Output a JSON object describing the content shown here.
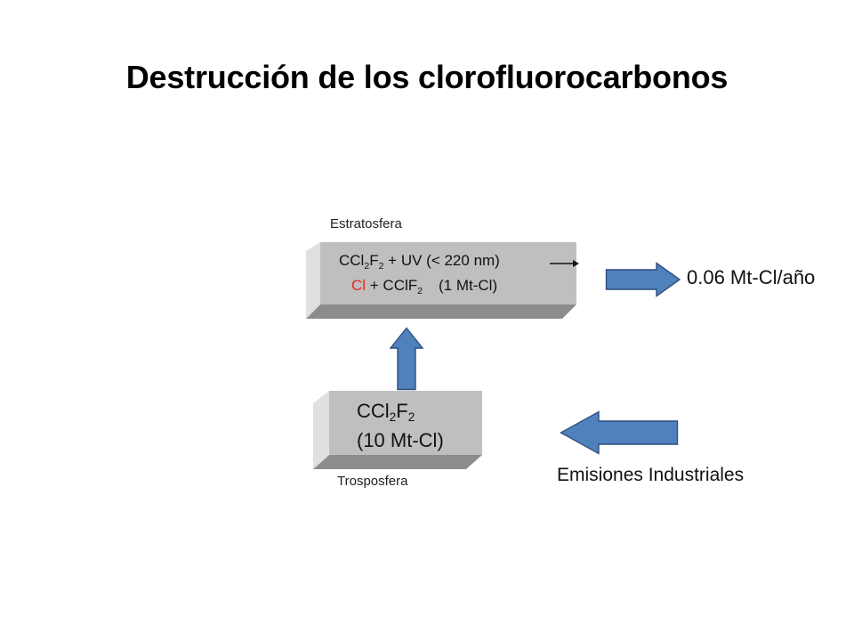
{
  "slide": {
    "title": "Destrucción de los clorofluorocarbonos"
  },
  "stratosphere_box": {
    "zone_label": "Estratosfera",
    "line1": {
      "formula_base": "CCl",
      "sub1": "2",
      "f": "F",
      "sub2": "2",
      "rest": " + UV (< 220 nm)"
    },
    "line2": {
      "cl_red": "Cl",
      "plus": " + CClF",
      "sub": "2",
      "amount": "(1 Mt-Cl)"
    },
    "arrow_icon": "right-arrow-icon"
  },
  "troposphere_box": {
    "zone_label": "Trosposfera",
    "line1": {
      "formula_base": "CCl",
      "sub1": "2",
      "f": "F",
      "sub2": "2"
    },
    "line2": "(10 Mt-Cl)"
  },
  "flows": {
    "loss_rate": "0.06 Mt-Cl/año",
    "emissions_label": "Emisiones Industriales"
  },
  "colors": {
    "arrow_fill": "#4f81bd",
    "arrow_stroke": "#2f4f7f",
    "box_face": "#bfbfbf",
    "box_left": "#e0e0e0",
    "box_bottom": "#8c8c8c",
    "red_text": "#e8281b"
  }
}
